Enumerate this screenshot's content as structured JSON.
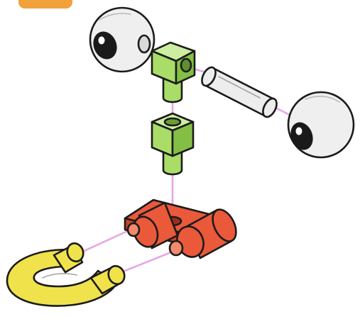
{
  "diagram": {
    "kind": "exploded-assembly",
    "colors": {
      "badge": "#f0a13b",
      "eye_white": "#efefef",
      "pupil": "#1a1a1a",
      "connector_green": "#a9dd67",
      "connector_green_light": "#cdeea0",
      "connector_green_dark": "#84bf45",
      "red_base": "#e9593a",
      "red_base_dark": "#c8432a",
      "yellow_hook": "#f0e24a",
      "yellow_hook_dark": "#d2c02c",
      "rod_grey": "#ededed",
      "guide_line": "#e6a6e6",
      "outline": "#1b1b1b"
    },
    "parts": [
      {
        "id": "left-eye",
        "icon": "eyeball"
      },
      {
        "id": "elbow-connector",
        "icon": "green-elbow-block"
      },
      {
        "id": "grey-rod",
        "icon": "rod"
      },
      {
        "id": "right-eye",
        "icon": "eyeball"
      },
      {
        "id": "straight-connector",
        "icon": "green-straight-block"
      },
      {
        "id": "red-base",
        "icon": "red-twin-axle-base"
      },
      {
        "id": "yellow-hook",
        "icon": "yellow-u-hook"
      }
    ]
  }
}
